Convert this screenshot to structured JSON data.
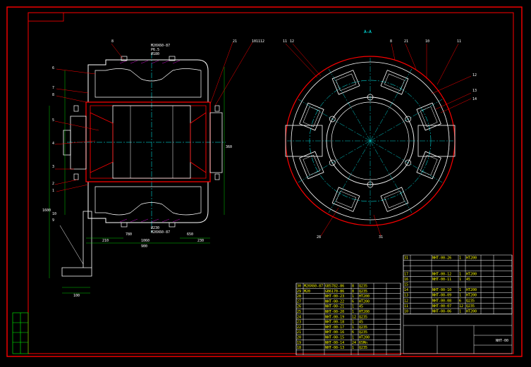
{
  "colors": {
    "background": "#000000",
    "frame": "#ff0000",
    "outline": "#ffffff",
    "centerline": "#00ffff",
    "dimension": "#00ff00",
    "hatch": "#ff00ff",
    "note": "#ffff00",
    "leader": "#ff0000"
  },
  "section_title": "A—A",
  "front_view": {
    "part_numbers_top": [
      "8",
      "21",
      "10",
      "11",
      "12"
    ],
    "part_numbers_left": [
      "6",
      "7",
      "8",
      "5",
      "4",
      "3",
      "2",
      "1"
    ],
    "part_numbers_bottom": [
      "10",
      "9"
    ],
    "notes_top": [
      "M20X60-87",
      "P6.5",
      "Ø180"
    ],
    "notes_bottom": [
      "Ø230",
      "M20X60-87"
    ],
    "dimensions": [
      "1600",
      "900",
      "780",
      "650",
      "360",
      "1060",
      "210",
      "230",
      "100"
    ]
  },
  "section_view": {
    "part_numbers": [
      "11",
      "12",
      "8",
      "21",
      "10",
      "11",
      "12",
      "13",
      "14",
      "28",
      "31"
    ]
  },
  "parts_table": {
    "rows": [
      [
        "30",
        "M20X60-87",
        "GB5782-86",
        "8",
        "Q235",
        "",
        ""
      ],
      [
        "29",
        "M20",
        "GB6170-86",
        "8",
        "Q235",
        "",
        ""
      ],
      [
        "28",
        "",
        "NHT-00-23",
        "1",
        "HT200",
        "",
        ""
      ],
      [
        "27",
        "",
        "NHT-00-22",
        "6",
        "HT200",
        "",
        ""
      ],
      [
        "26",
        "",
        "NHT-00-21",
        "1",
        "45",
        "",
        ""
      ],
      [
        "25",
        "",
        "NHT-00-20",
        "1",
        "HT200",
        "",
        ""
      ],
      [
        "24",
        "",
        "NHT-00-19",
        "12",
        "Q235",
        "",
        ""
      ],
      [
        "23",
        "",
        "NHT-00-18",
        "1",
        "45",
        "",
        ""
      ],
      [
        "22",
        "",
        "NHT-00-17",
        "1",
        "Q235",
        "",
        ""
      ],
      [
        "21",
        "",
        "NHT-00-16",
        "6",
        "Q235",
        "",
        ""
      ],
      [
        "20",
        "",
        "NHT-00-15",
        "1",
        "HT200",
        "",
        ""
      ],
      [
        "19",
        "",
        "NHT-00-14",
        "24",
        "65Mn",
        "",
        ""
      ],
      [
        "18",
        "",
        "NHT-00-13",
        "1",
        "Q235",
        "",
        ""
      ]
    ]
  },
  "title_block": {
    "rows": [
      [
        "31",
        "",
        "NHT-00-26",
        "1",
        "HT200",
        "",
        ""
      ],
      [
        "",
        "",
        "",
        "",
        "",
        "",
        ""
      ],
      [
        "",
        "",
        "",
        "",
        "",
        "",
        ""
      ],
      [
        "17",
        "",
        "NHT-00-12",
        "1",
        "HT200",
        "",
        ""
      ],
      [
        "16",
        "",
        "NHT-00-11",
        "1",
        "45",
        "",
        ""
      ],
      [
        "15",
        "",
        "",
        "",
        "",
        "",
        ""
      ],
      [
        "14",
        "",
        "NHT-00-10",
        "1",
        "HT200",
        "",
        ""
      ],
      [
        "13",
        "",
        "NHT-00-09",
        "1",
        "HT200",
        "",
        ""
      ],
      [
        "12",
        "",
        "NHT-00-08",
        "6",
        "Q235",
        "",
        ""
      ],
      [
        "11",
        "",
        "NHT-00-07",
        "12",
        "Q235",
        "",
        ""
      ],
      [
        "10",
        "",
        "NHT-00-06",
        "1",
        "HT200",
        "",
        ""
      ]
    ],
    "drawing_number": "NHT-00"
  }
}
